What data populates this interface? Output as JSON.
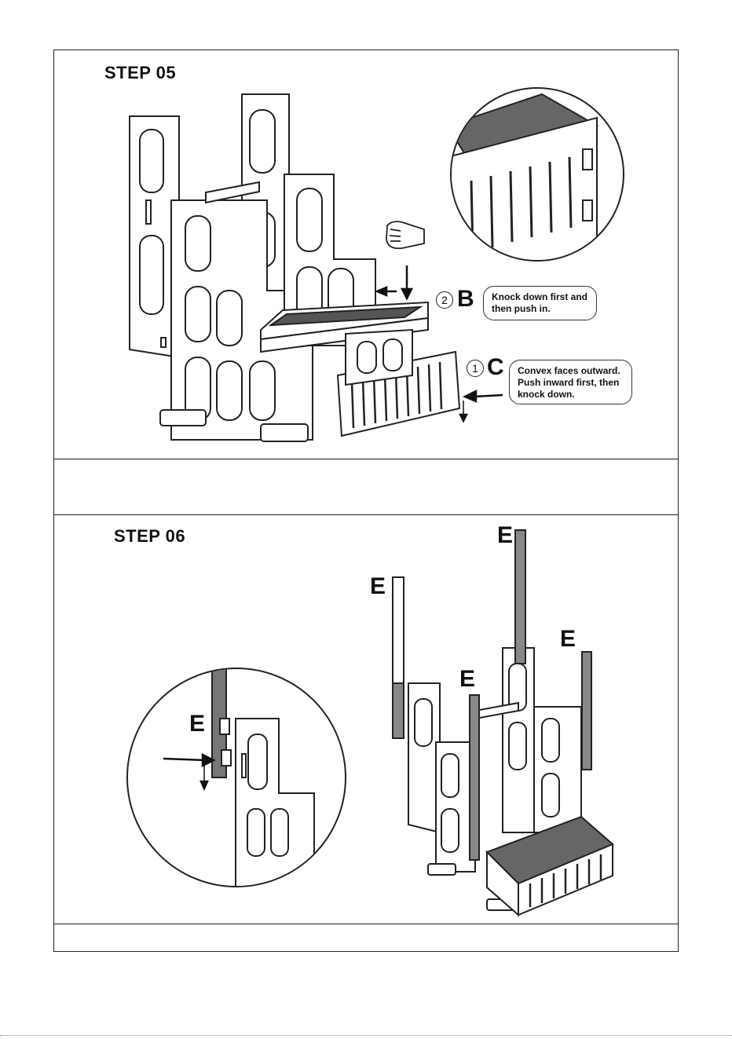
{
  "step5": {
    "title": "STEP 05",
    "label_b": "B",
    "num_b": "2",
    "label_c": "C",
    "num_c": "1",
    "callout_b": "Knock down first and then push in.",
    "callout_c": "Convex faces outward. Push inward first, then knock down."
  },
  "step6": {
    "title": "STEP 06",
    "label_e": "E"
  }
}
